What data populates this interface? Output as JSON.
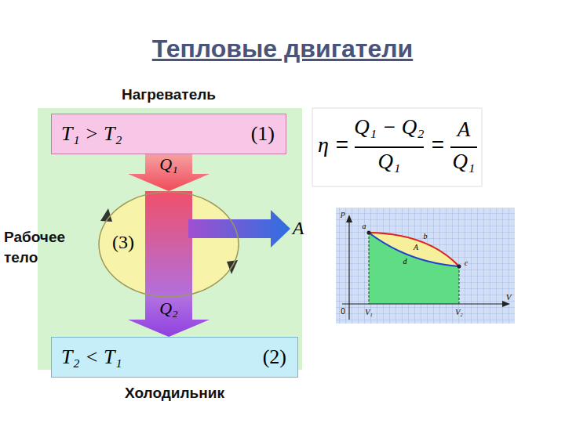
{
  "diagram": {
    "title": "Тепловые двигатели",
    "nodes": [
      {
        "text": [
          "Нагреватель",
          "T₁ > T₂",
          "(1)"
        ]
      },
      {
        "text": [
          "Рабочее тело",
          "(3)"
        ]
      },
      {
        "text": [
          "T₂ < T₁",
          "(2)",
          "Холодильник"
        ]
      }
    ],
    "edges": [
      {
        "from": 0,
        "to": 1,
        "arrow": "to",
        "label": "Q₁"
      },
      {
        "from": 1,
        "to": 2,
        "arrow": "to",
        "label": "Q₂"
      }
    ],
    "labels": [
      "A",
      "η",
      "=",
      "Q₁ − Q₂",
      "Q₁",
      "=",
      "A",
      "Q₁",
      "p",
      "V",
      "0",
      "V₁",
      "V₂",
      "a",
      "b",
      "A",
      "d",
      "c"
    ]
  }
}
